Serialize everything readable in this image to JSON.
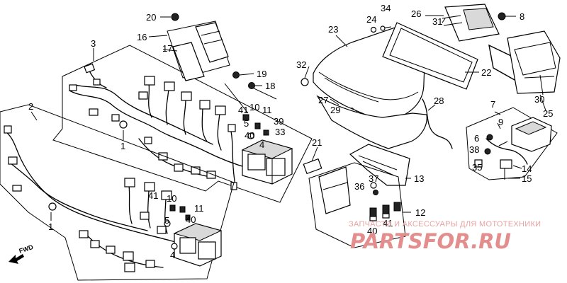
{
  "callouts": {
    "n1a": "1",
    "n1b": "1",
    "n2": "2",
    "n3": "3",
    "n4a": "4",
    "n4b": "4",
    "n5a": "5",
    "n5b": "5",
    "n6": "6",
    "n7": "7",
    "n8": "8",
    "n9": "9",
    "n10a": "10",
    "n10b": "10",
    "n11a": "11",
    "n11b": "11",
    "n12": "12",
    "n13": "13",
    "n14": "14",
    "n15": "15",
    "n16": "16",
    "n17": "17",
    "n18": "18",
    "n19": "19",
    "n20": "20",
    "n21": "21",
    "n22": "22",
    "n23": "23",
    "n24": "24",
    "n25": "25",
    "n26": "26",
    "n27": "27",
    "n28": "28",
    "n29": "29",
    "n30": "30",
    "n31": "31",
    "n32": "32",
    "n33": "33",
    "n34": "34",
    "n35": "35",
    "n36": "36",
    "n37": "37",
    "n38": "38",
    "n39": "39",
    "n40a": "40",
    "n40b": "40",
    "n40c": "40",
    "n41a": "41",
    "n41b": "41",
    "n41c": "41"
  },
  "direction_label": "FWD",
  "watermark": {
    "caption": "ЗАПЧАСТИ И АКСЕССУАРЫ ДЛЯ МОТОТЕХНИКИ",
    "logo": "PARTSFOR.RU"
  }
}
